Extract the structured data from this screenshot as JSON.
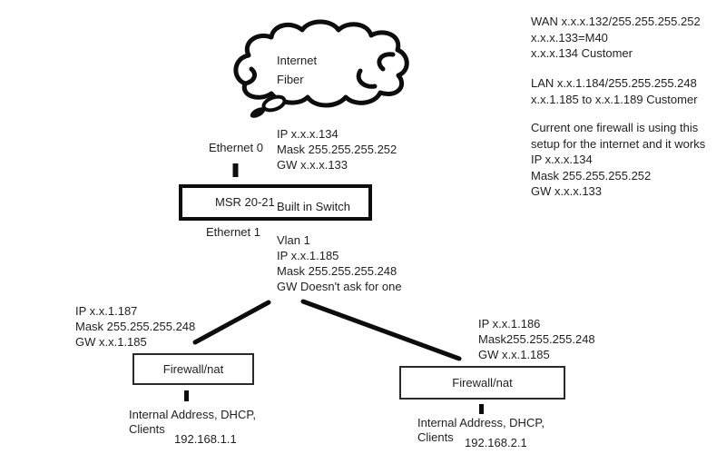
{
  "colors": {
    "ink": "#1f1f1f",
    "stroke": "#0d0d0d",
    "background": "#ffffff"
  },
  "cloud": {
    "label_line1": "Internet",
    "label_line2": "Fiber"
  },
  "wan_interface": {
    "port_label": "Ethernet 0",
    "config": [
      "IP x.x.x.134",
      "Mask 255.255.255.252",
      "GW x.x.x.133"
    ]
  },
  "router": {
    "model": "MSR 20-21",
    "feature": "Built in Switch",
    "lan_port_label": "Ethernet 1"
  },
  "vlan": {
    "config": [
      "Vlan 1",
      "IP x.x.1.185",
      "Mask 255.255.255.248",
      "GW Doesn't ask for one"
    ]
  },
  "firewall_left": {
    "wan_config": [
      "IP x.x.1.187",
      "Mask 255.255.255.248",
      "GW x.x.1.185"
    ],
    "label": "Firewall/nat",
    "lan_lines": [
      "Internal Address, DHCP,",
      "Clients"
    ],
    "lan_ip": "192.168.1.1"
  },
  "firewall_right": {
    "wan_config": [
      "IP x.x.1.186",
      "Mask255.255.255.248",
      "GW x.x.1.185"
    ],
    "label": "Firewall/nat",
    "lan_lines": [
      "Internal Address, DHCP,",
      "Clients"
    ],
    "lan_ip": "192.168.2.1"
  },
  "notes": {
    "wan_block": [
      "WAN x.x.x.132/255.255.255.252",
      "x.x.x.133=M40",
      "x.x.x.134 Customer"
    ],
    "lan_block": [
      "LAN x.x.1.184/255.255.255.248",
      "x.x.1.185 to x.x.1.189 Customer"
    ],
    "current_block": [
      "Current one firewall is using this",
      "setup for the internet and it works",
      "IP x.x.x.134",
      "Mask 255.255.255.252",
      "GW x.x.x.133"
    ]
  }
}
